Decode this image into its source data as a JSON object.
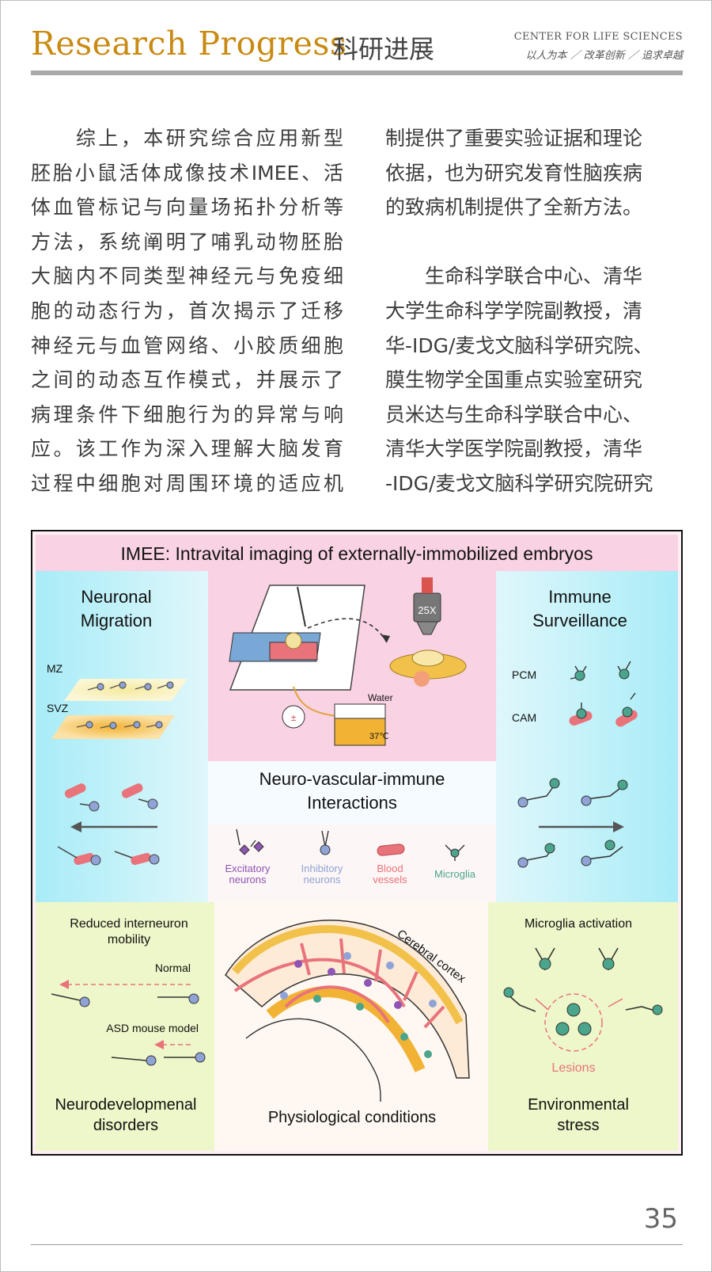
{
  "header": {
    "title_en": "Research Progress",
    "title_cn": "科研进展",
    "org": "CENTER FOR LIFE SCIENCES",
    "motto": "以人为本 ／ 改革创新 ／ 追求卓越"
  },
  "body": {
    "left_lines": [
      "　　综上，本研究综合应用新型",
      "胚胎小鼠活体成像技术IMEE、活",
      "体血管标记与向量场拓扑分析等",
      "方法，系统阐明了哺乳动物胚胎",
      "大脑内不同类型神经元与免疫细",
      "胞的动态行为，首次揭示了迁移",
      "神经元与血管网络、小胶质细胞",
      "之间的动态互作模式，并展示了",
      "病理条件下细胞行为的异常与响",
      "应。该工作为深入理解大脑发育",
      "过程中细胞对周围环境的适应机"
    ],
    "right_lines_1": [
      "制提供了重要实验证据和理论",
      "依据，也为研究发育性脑疾病",
      "的致病机制提供了全新方法。"
    ],
    "right_lines_2": [
      "　　生命科学联合中心、清华",
      "大学生命科学学院副教授，清",
      "华-IDG/麦戈文脑科学研究院、",
      "膜生物学全国重点实验室研究",
      "员米达与生命科学联合中心、",
      "清华大学医学院副教授，清华",
      "-IDG/麦戈文脑科学研究院研究"
    ]
  },
  "figure": {
    "banner": "IMEE: Intravital imaging of externally-immobilized embryos",
    "neuronal_migration": [
      "Neuronal",
      "Migration"
    ],
    "mz": "MZ",
    "svz": "SVZ",
    "immune_surveillance": [
      "Immune",
      "Surveillance"
    ],
    "pcm": "PCM",
    "cam": "CAM",
    "objective": "25X",
    "water": "Water",
    "temp": "37℃",
    "interactions": [
      "Neuro-vascular-immune",
      "Interactions"
    ],
    "legend": {
      "excitatory": [
        "Excitatory",
        "neurons"
      ],
      "inhibitory": [
        "Inhibitory",
        "neurons"
      ],
      "blood": [
        "Blood",
        "vessels"
      ],
      "microglia": "Microglia"
    },
    "reduced": [
      "Reduced interneuron",
      "mobility"
    ],
    "normal": "Normal",
    "asd": "ASD mouse model",
    "neurodev": [
      "Neurodevelopmenal",
      "disorders"
    ],
    "cortex": "Cerebral cortex",
    "physio": "Physiological conditions",
    "activation": "Microglia activation",
    "lesions": "Lesions",
    "env_stress": [
      "Environmental",
      "stress"
    ],
    "colors": {
      "pink": "#f9d2e4",
      "cyan": "#a8ecf7",
      "yellow_green": "#eef7c9",
      "orange": "#f2b334",
      "vessel": "#e8737b",
      "inhibitory": "#8fa3d6",
      "excitatory": "#8e55b5",
      "microglia": "#4aa58c"
    }
  },
  "page_number": "35"
}
